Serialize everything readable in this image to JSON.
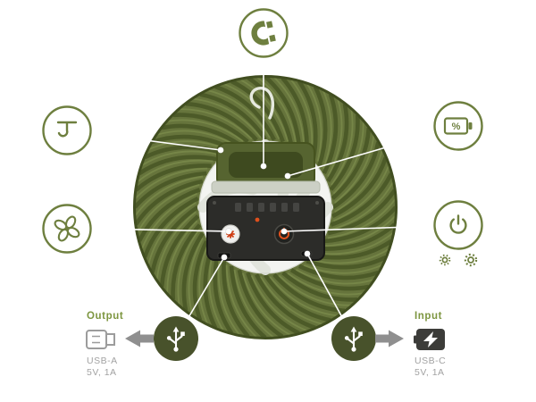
{
  "colors": {
    "background": "#ffffff",
    "callout_olive": "#6e7f3f",
    "fan_body": "#66743c",
    "fan_ridge": "#4b5927",
    "dark_circle": "#48522b",
    "accent_orange": "#e0501c",
    "label_green": "#7d9640",
    "label_gray": "#a2a2a2",
    "arrow_gray": "#8f8f8f"
  },
  "icons": {
    "percent": "%",
    "list": [
      "magnet-icon",
      "hook-icon",
      "battery-percent-icon",
      "fan-blade-icon",
      "power-icon",
      "brightness-low-icon",
      "brightness-high-icon",
      "usb-icon",
      "usb-a-plug-icon",
      "usb-c-charge-icon",
      "arrow-left-icon",
      "arrow-right-icon"
    ]
  },
  "ports": {
    "output": {
      "label": "Output",
      "type": "USB-A",
      "spec": "5V, 1A"
    },
    "input": {
      "label": "Input",
      "type": "USB-C",
      "spec": "5V, 1A"
    }
  }
}
